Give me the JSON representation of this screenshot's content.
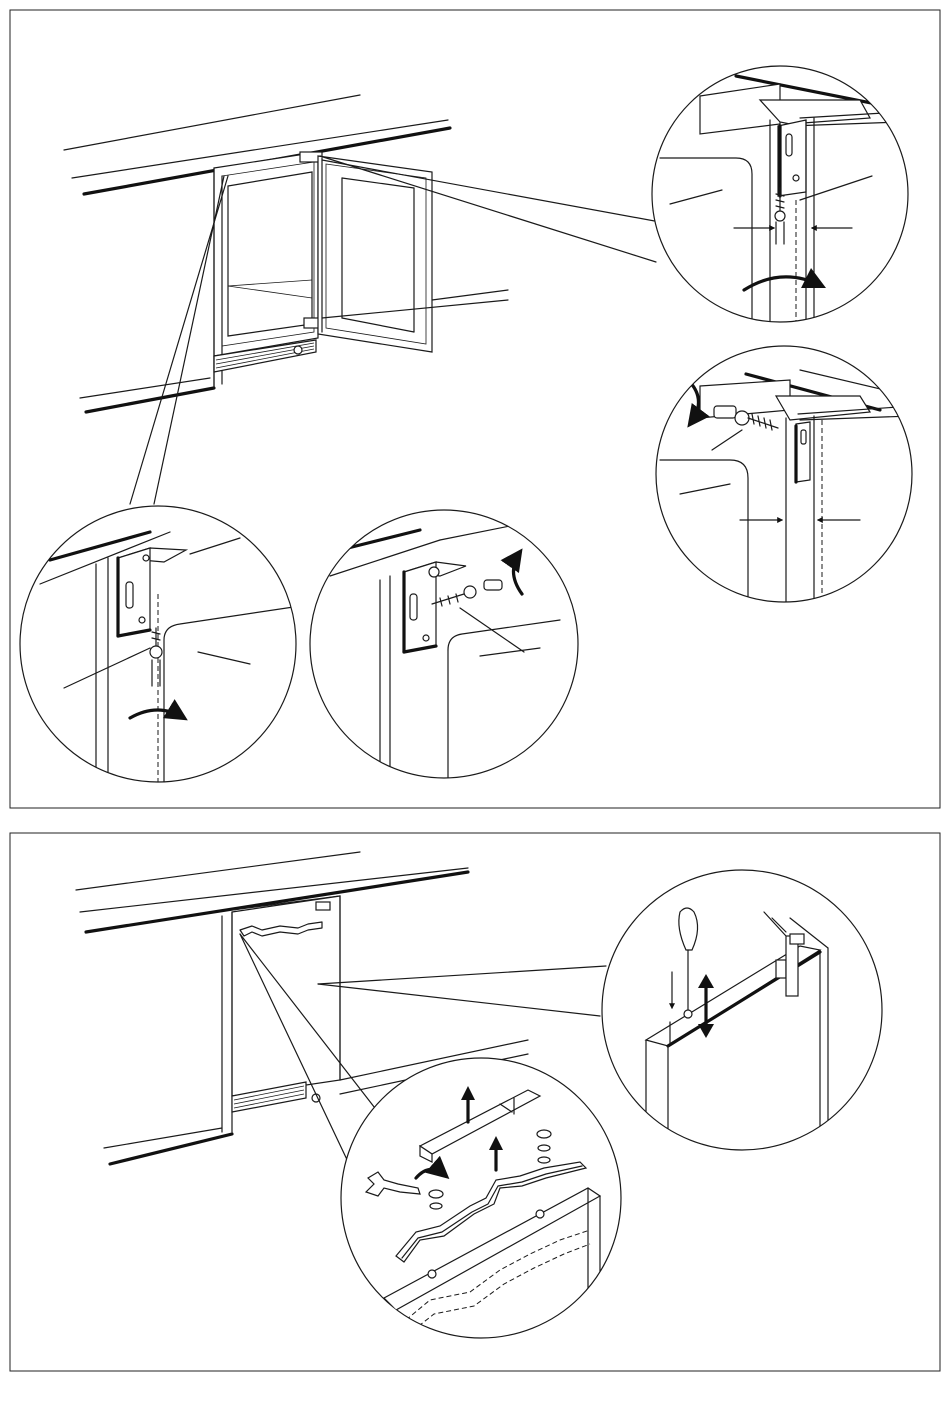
{
  "figure": {
    "panels": [
      {
        "id": "panel-top",
        "subject": "refrigerator-door-hinge-bracket-install",
        "callouts": [
          "detail-top-hinge-adjust",
          "detail-bracket-screw",
          "detail-bracket-screw-rotate",
          "detail-hinge-screw-side"
        ]
      },
      {
        "id": "panel-bottom",
        "subject": "door-panel-mount-bracket-install",
        "callouts": [
          "detail-screwdriver-adjust",
          "detail-bracket-disassembly"
        ]
      }
    ],
    "icons": [
      "rotate-arrow-icon",
      "up-arrow-icon",
      "double-arrow-icon",
      "screw-icon",
      "wrench-icon",
      "screwdriver-icon"
    ],
    "colors": {
      "line": "#1a1a1a",
      "background": "#ffffff"
    }
  }
}
